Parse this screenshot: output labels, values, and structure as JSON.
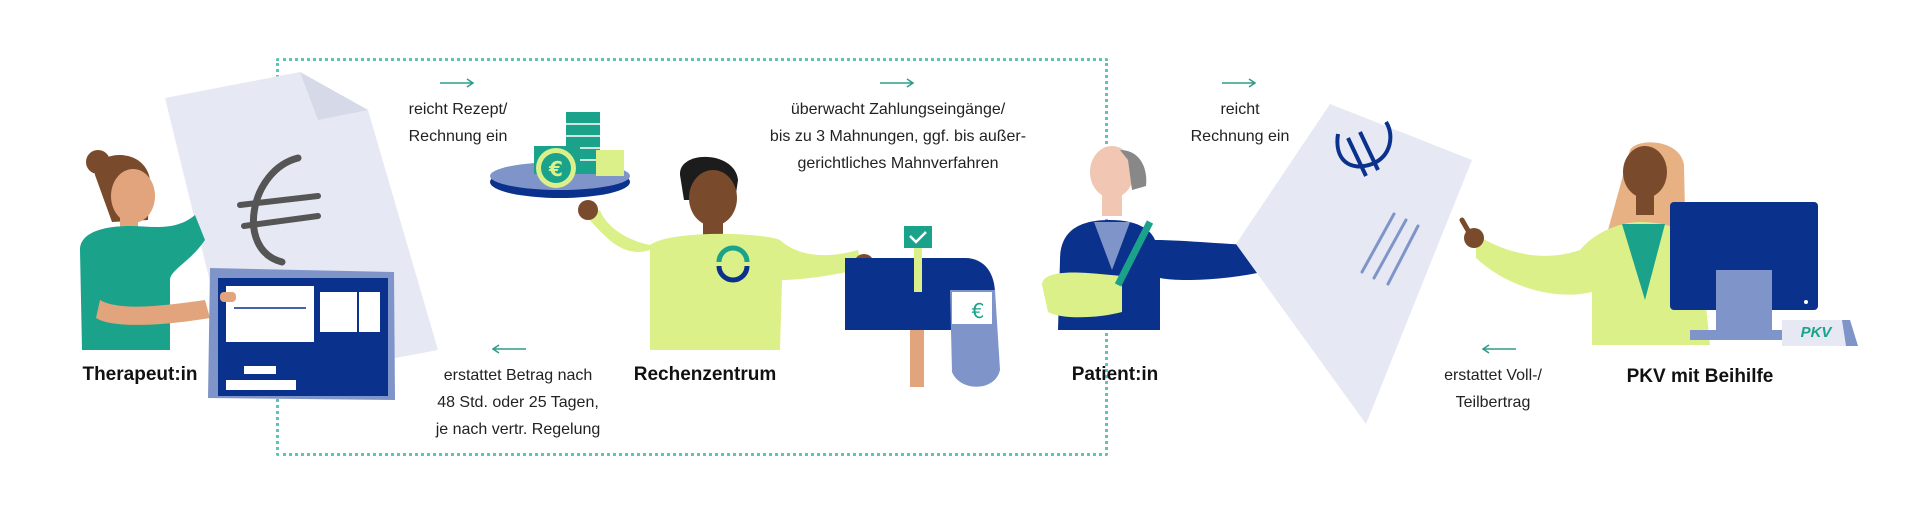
{
  "actors": {
    "therapist": "Therapeut:in",
    "data_center": "Rechenzentrum",
    "patient": "Patient:in",
    "insurer": "PKV mit Beihilfe"
  },
  "flows": {
    "submit_prescription": "reicht Rezept/\nRechnung ein",
    "monitor_payments": "überwacht Zahlungseingänge/\nbis zu 3 Mahnungen, ggf. bis außer-\ngerichtliches Mahnverfahren",
    "submit_invoice": "reicht\nRechnung ein",
    "reimburse_amount": "erstattet Betrag nach\n48 Std. oder 25 Tagen,\nje nach vertr. Regelung",
    "reimburse_full": "erstattet Voll-/\nTeilbertrag"
  },
  "badges": {
    "pkv": "PKV"
  },
  "colors": {
    "navy": "#0a318c",
    "teal": "#1aa38a",
    "lime": "#dcf08a",
    "paper": "#e6e9f3",
    "dotted": "#5fc4b8",
    "arrow": "#2d9c8a"
  }
}
